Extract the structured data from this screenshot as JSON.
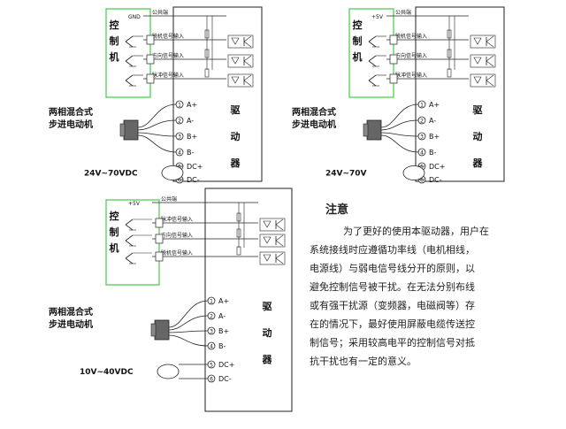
{
  "diagrams": [
    {
      "controller_label": "控制机",
      "common_label": "GND",
      "signals": [
        "公共端",
        "脱机信号输入",
        "方向信号输入",
        "脉冲信号输入"
      ],
      "driver_label": "驱动器",
      "motor_label": [
        "两相混合式",
        "步进电动机"
      ],
      "terminals": [
        "A+",
        "A-",
        "B+",
        "B-",
        "DC+",
        "DC-"
      ],
      "supply_label": "24V~70VDC"
    },
    {
      "controller_label": "控制机",
      "common_label": "+5V",
      "signals": [
        "公共端",
        "脱机信号输入",
        "方向信号输入",
        "脉冲信号输入"
      ],
      "driver_label": "驱动器",
      "motor_label": [
        "两相混合式",
        "步进电动机"
      ],
      "terminals": [
        "A+",
        "A-",
        "B+",
        "B-",
        "DC+",
        "DC-"
      ],
      "supply_label": "24V~70V"
    },
    {
      "controller_label": "控制机",
      "common_label": "+5V",
      "signals": [
        "公共端",
        "脉冲信号输入",
        "方向信号输入",
        "脱机信号输入"
      ],
      "driver_label": "驱动器",
      "motor_label": [
        "两相混合式",
        "步进电动机"
      ],
      "terminals": [
        "A+",
        "A-",
        "B+",
        "B-",
        "DC+",
        "DC-"
      ],
      "supply_label": "10V~40VDC"
    }
  ],
  "note": {
    "title": "注意",
    "lines": [
      "为了更好的使用本驱动器，用户在",
      "系统接线时应遵循功率线（电机相线，",
      "电源线）与弱电信号线分开的原则，以",
      "避免控制信号被干扰。在无法分别布线",
      "或有强干扰源（变频器，电磁阀等）存",
      "在的情况下，最好使用屏蔽电缆传送控",
      "制信号；采用较高电平的控制信号对抵",
      "抗干扰也有一定的意义。"
    ]
  },
  "colors": {
    "controller_border": "#44cc44",
    "line": "#222222",
    "background": "#ffffff"
  }
}
